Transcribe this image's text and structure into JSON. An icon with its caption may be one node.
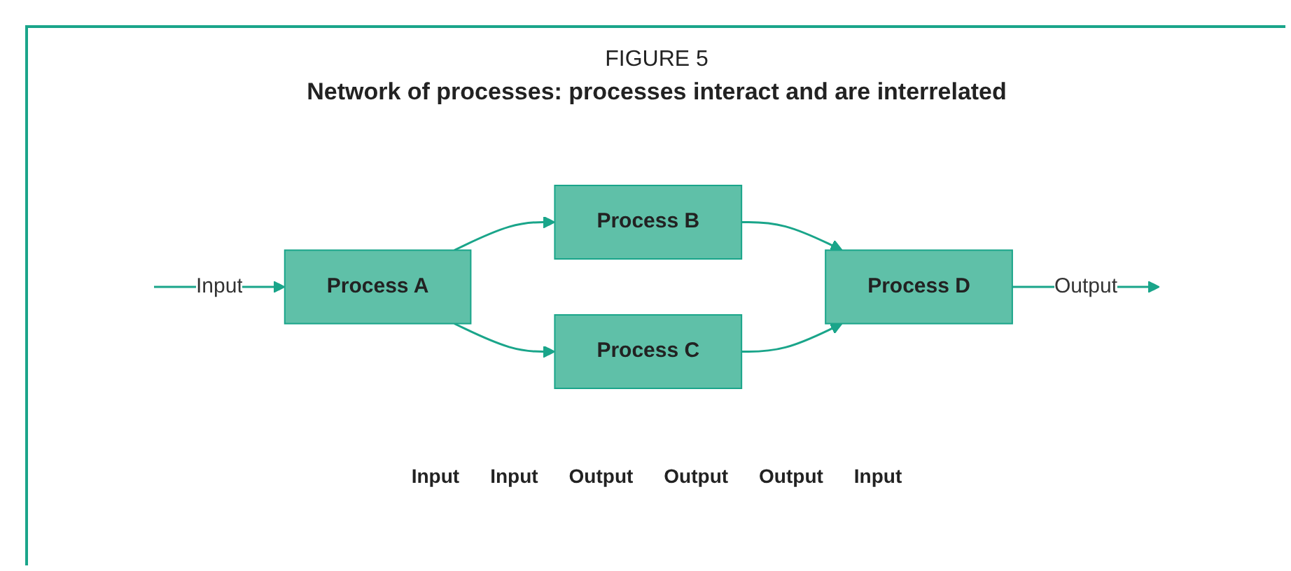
{
  "diagram": {
    "title": "Network of processes: processes interact and are interrelated",
    "nodes": [
      {
        "text": [
          "Process A"
        ]
      },
      {
        "text": [
          "Process B"
        ]
      },
      {
        "text": [
          "Process C"
        ]
      },
      {
        "text": [
          "Process D"
        ]
      }
    ],
    "edges": [
      {
        "from": null,
        "to": 0,
        "arrow": "to",
        "label": "Input"
      },
      {
        "from": 0,
        "to": 1,
        "arrow": "to"
      },
      {
        "from": 0,
        "to": 2,
        "arrow": "to"
      },
      {
        "from": 1,
        "to": 3,
        "arrow": "to"
      },
      {
        "from": 2,
        "to": 3,
        "arrow": "to"
      },
      {
        "from": 3,
        "to": null,
        "arrow": "to",
        "label": "Output"
      }
    ],
    "labels": [
      "FIGURE 5",
      "Input",
      "Input",
      "Output",
      "Output",
      "Output",
      "Input"
    ]
  }
}
